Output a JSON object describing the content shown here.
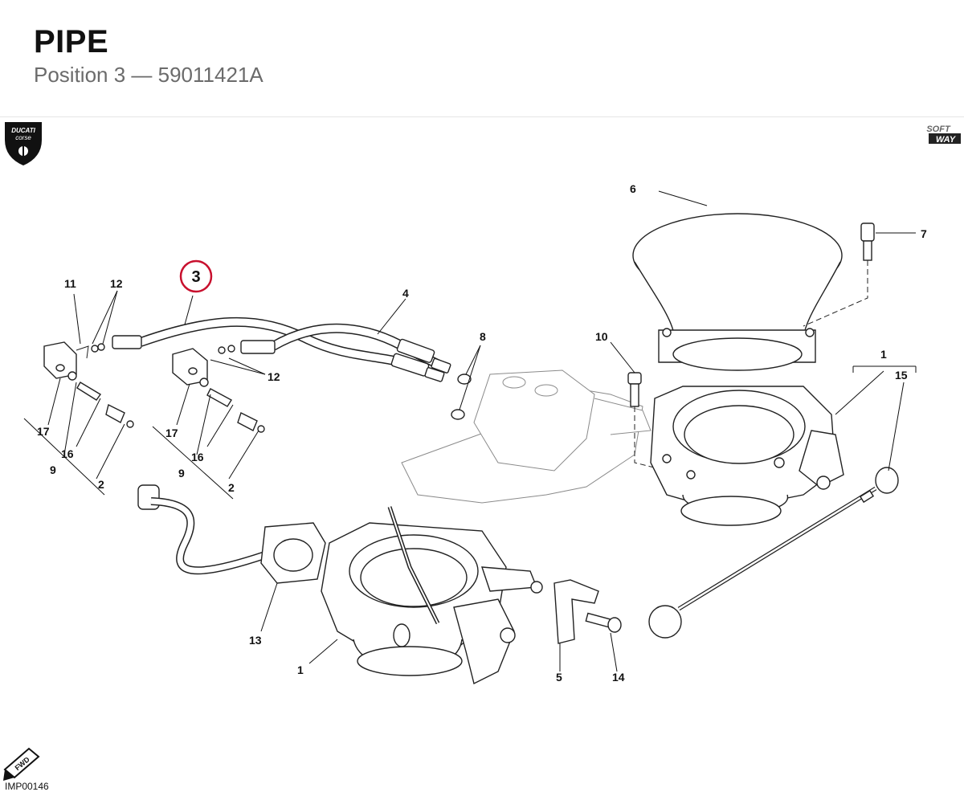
{
  "header": {
    "title": "PIPE",
    "subtitle": "Position 3 — 59011421A"
  },
  "logos": {
    "left_brand": "DUCATI corse",
    "right_brand": "SOFT WAY"
  },
  "diagram": {
    "highlight_callout": "3",
    "highlight_color": "#c8102e",
    "callouts": [
      "1",
      "1",
      "2",
      "2",
      "4",
      "5",
      "6",
      "7",
      "8",
      "9",
      "9",
      "10",
      "11",
      "12",
      "12",
      "13",
      "14",
      "15",
      "16",
      "16",
      "17",
      "17"
    ],
    "orientation_mark": "FWD",
    "image_code": "IMP00146"
  }
}
